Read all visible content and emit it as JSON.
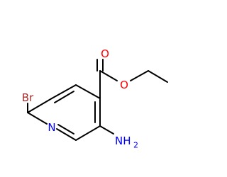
{
  "molecule": {
    "atoms": {
      "bromine": {
        "label": "Br",
        "color": "#a52a2a"
      },
      "ring_nitrogen": {
        "label": "N",
        "color": "#0000ff"
      },
      "carbonyl_oxygen": {
        "label": "O",
        "color": "#ff0000"
      },
      "ester_oxygen": {
        "label": "O",
        "color": "#ff0000"
      },
      "amino_group": {
        "label": "NH",
        "subscript": "2",
        "color": "#0000ff"
      }
    },
    "bond_color": "#000000"
  }
}
